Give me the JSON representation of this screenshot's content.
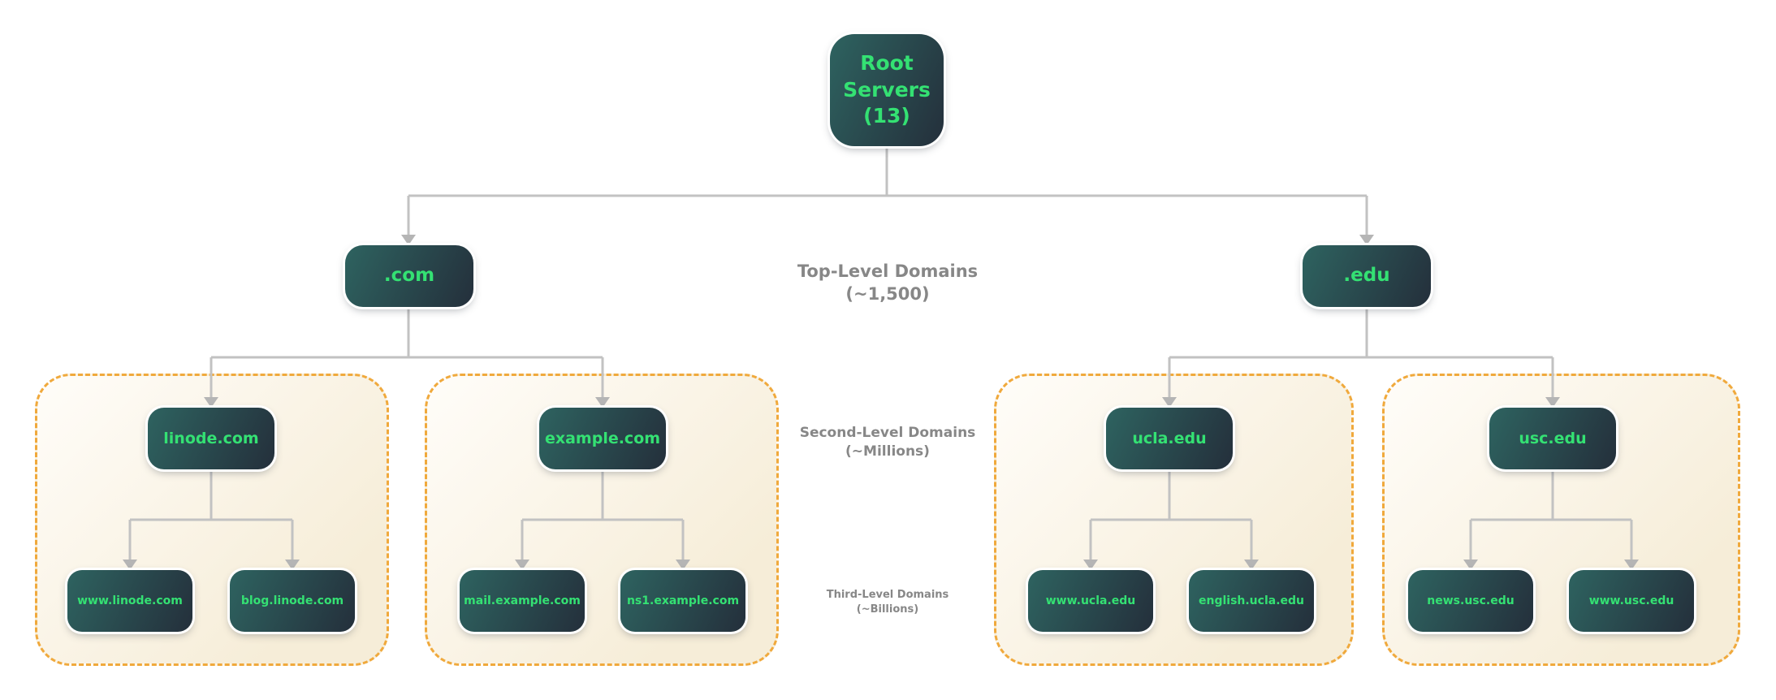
{
  "colors": {
    "background": "#ffffff",
    "node_grad_start": "#2e6360",
    "node_grad_end": "#242f3b",
    "node_text": "#34e173",
    "group_border": "#f0a93c",
    "group_fill": "#f6edd8",
    "connector": "#c2c2c2",
    "arrow": "#b5b5b5",
    "label_text": "#878787"
  },
  "nodes": {
    "root": "Root\nServers\n(13)",
    "com": ".com",
    "edu": ".edu",
    "linode": "linode.com",
    "example": "example.com",
    "ucla": "ucla.edu",
    "usc": "usc.edu",
    "www_linode": "www.linode.com",
    "blog_linode": "blog.linode.com",
    "mail_example": "mail.example.com",
    "ns1_example": "ns1.example.com",
    "www_ucla": "www.ucla.edu",
    "english_ucla": "english.ucla.edu",
    "news_usc": "news.usc.edu",
    "www_usc": "www.usc.edu"
  },
  "levels": [
    {
      "title": "Top-Level Domains",
      "count": "(~1,500)"
    },
    {
      "title": "Second-Level Domains",
      "count": "(~Millions)"
    },
    {
      "title": "Third-Level Domains",
      "count": "(~Billions)"
    }
  ]
}
